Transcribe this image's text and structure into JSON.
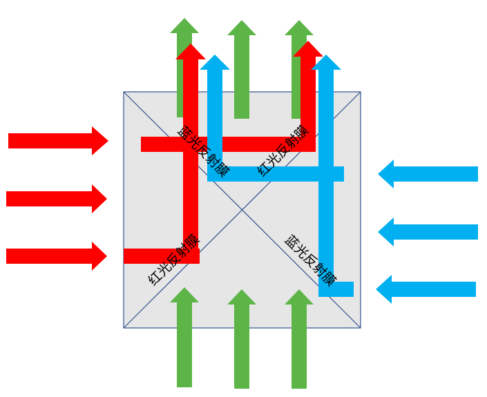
{
  "colors": {
    "red": "#ff0000",
    "blue": "#00b0f0",
    "green": "#5db548",
    "prism_fill": "#e6e6e6",
    "prism_border": "#2f4f8f"
  },
  "labels": {
    "blue_film_top_left": "蓝光反射膜",
    "red_film_top_right": "红光反射膜",
    "red_film_bottom_left": "红光反射膜",
    "blue_film_bottom_right": "蓝光反射膜"
  }
}
